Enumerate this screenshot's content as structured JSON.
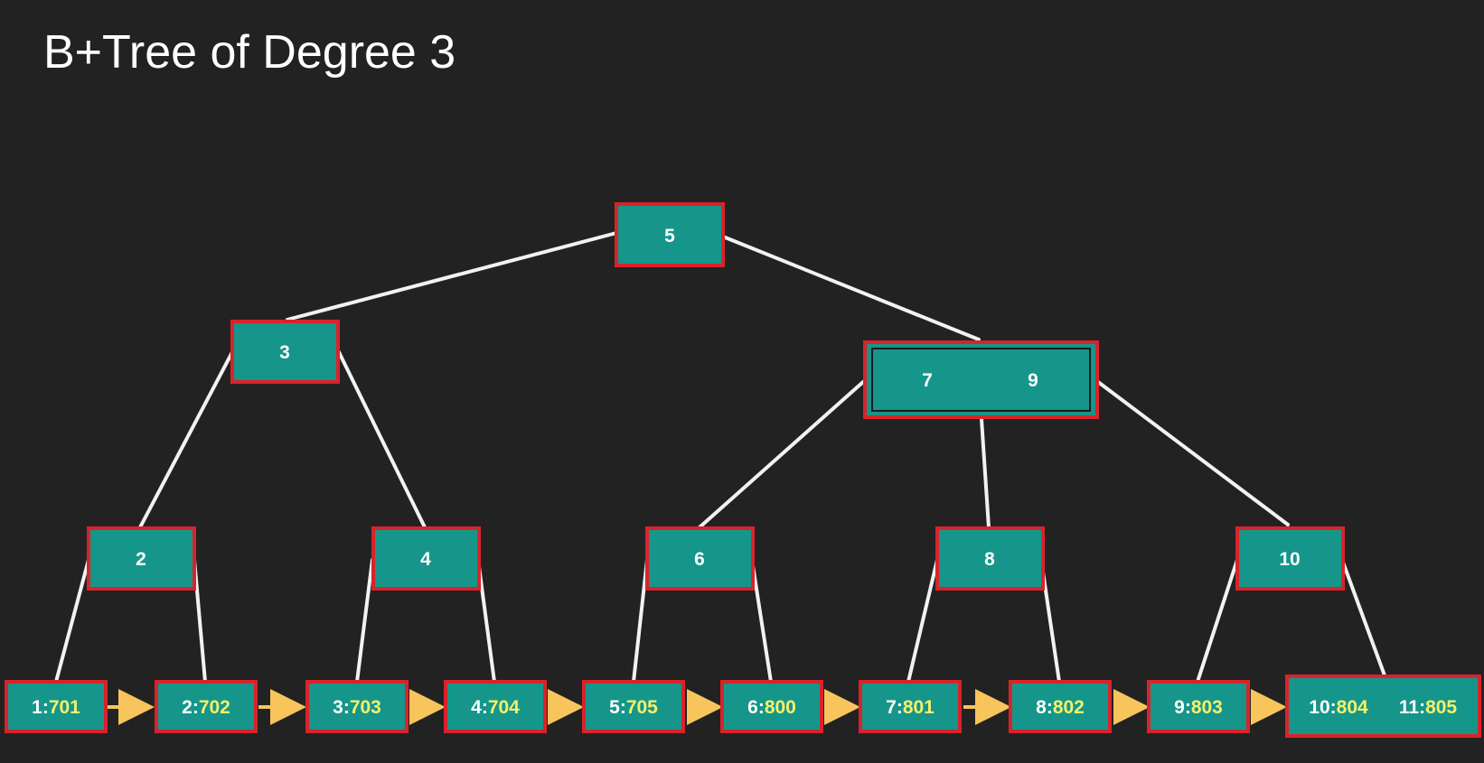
{
  "title": "B+Tree of Degree 3",
  "colors": {
    "background": "#222222",
    "node_fill": "#16968a",
    "node_border": "#d9232b",
    "edge": "#f2f2f2",
    "key_text": "#ffffff",
    "value_text": "#f4f06a",
    "leaf_link_arrow": "#f7c55c"
  },
  "nodes": {
    "root": {
      "keys": [
        "5"
      ]
    },
    "internal_3": {
      "keys": [
        "3"
      ]
    },
    "internal_7_9": {
      "keys": [
        "7",
        "9"
      ]
    },
    "internal_2": {
      "keys": [
        "2"
      ]
    },
    "internal_4": {
      "keys": [
        "4"
      ]
    },
    "internal_6": {
      "keys": [
        "6"
      ]
    },
    "internal_8": {
      "keys": [
        "8"
      ]
    },
    "internal_10": {
      "keys": [
        "10"
      ]
    }
  },
  "leaves": [
    {
      "entries": [
        {
          "key": "1",
          "value": "701"
        }
      ]
    },
    {
      "entries": [
        {
          "key": "2",
          "value": "702"
        }
      ]
    },
    {
      "entries": [
        {
          "key": "3",
          "value": "703"
        }
      ]
    },
    {
      "entries": [
        {
          "key": "4",
          "value": "704"
        }
      ]
    },
    {
      "entries": [
        {
          "key": "5",
          "value": "705"
        }
      ]
    },
    {
      "entries": [
        {
          "key": "6",
          "value": "800"
        }
      ]
    },
    {
      "entries": [
        {
          "key": "7",
          "value": "801"
        }
      ]
    },
    {
      "entries": [
        {
          "key": "8",
          "value": "802"
        }
      ]
    },
    {
      "entries": [
        {
          "key": "9",
          "value": "803"
        }
      ]
    },
    {
      "entries": [
        {
          "key": "10",
          "value": "804"
        },
        {
          "key": "11",
          "value": "805"
        }
      ]
    }
  ]
}
